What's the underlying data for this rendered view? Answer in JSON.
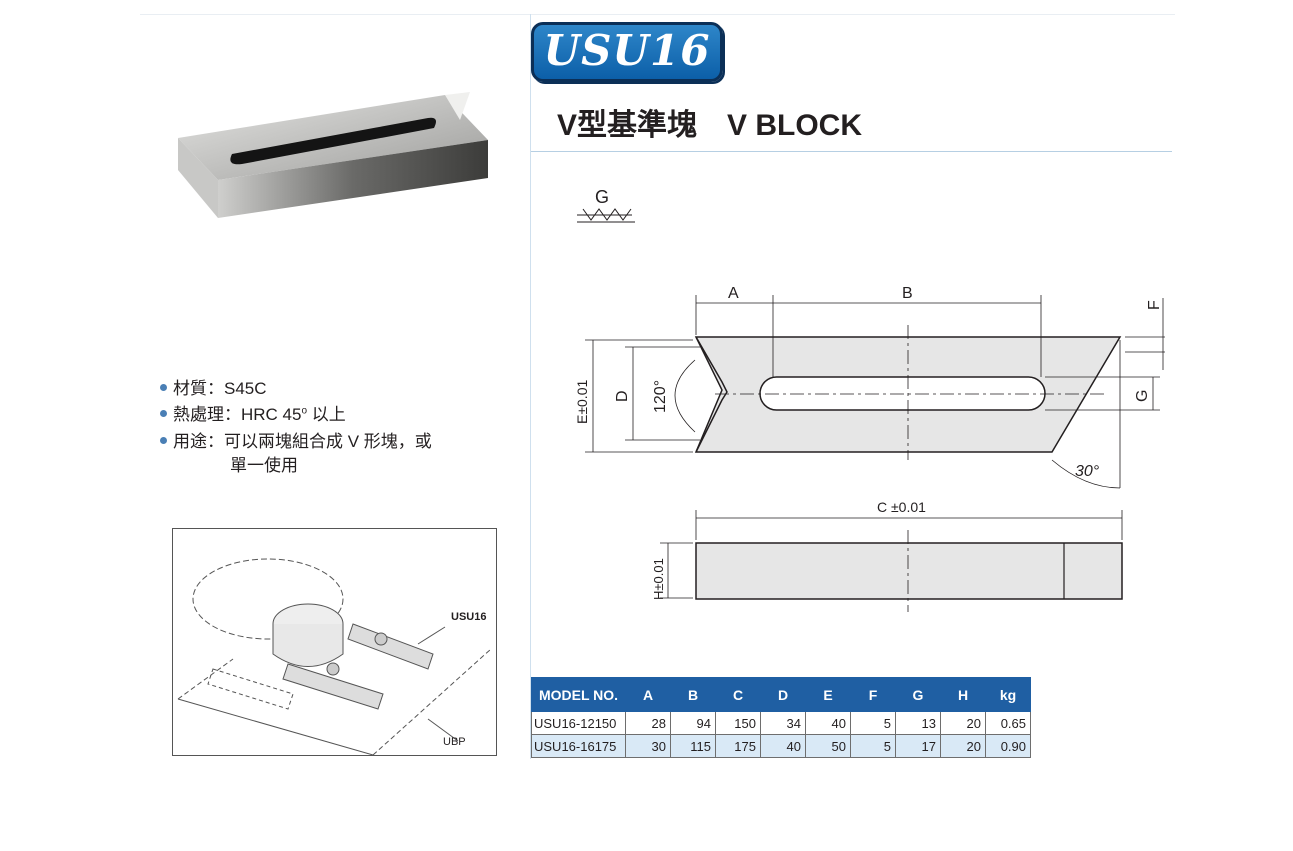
{
  "badge": {
    "text": "USU16"
  },
  "title": "V型基準塊　V BLOCK",
  "specs": [
    {
      "label": "材質：S45C"
    },
    {
      "label_pre": "熱處理：HRC 45",
      "sup": "o",
      "label_post": " 以上"
    },
    {
      "label": "用途：可以兩塊組合成 V 形塊，或"
    },
    {
      "label": "單一使用"
    }
  ],
  "surface_symbol": "G",
  "drawing": {
    "dim_a": "A",
    "dim_b": "B",
    "dim_c": "C ±0.01",
    "dim_d": "D",
    "dim_e": "E±0.01",
    "dim_f": "F",
    "dim_g": "G",
    "dim_h": "H±0.01",
    "angle_120": "120°",
    "angle_30": "30°"
  },
  "sketch_labels": {
    "top": "USU16",
    "bottom": "UBP"
  },
  "table": {
    "headers": [
      "MODEL NO.",
      "A",
      "B",
      "C",
      "D",
      "E",
      "F",
      "G",
      "H",
      "kg"
    ],
    "rows": [
      [
        "USU16-12150",
        "28",
        "94",
        "150",
        "34",
        "40",
        "5",
        "13",
        "20",
        "0.65"
      ],
      [
        "USU16-16175",
        "30",
        "115",
        "175",
        "40",
        "50",
        "5",
        "17",
        "20",
        "0.90"
      ]
    ]
  },
  "colors": {
    "badge": "#1f6fb8",
    "header": "#1f5fa3",
    "row_alt": "#d9e9f6"
  }
}
